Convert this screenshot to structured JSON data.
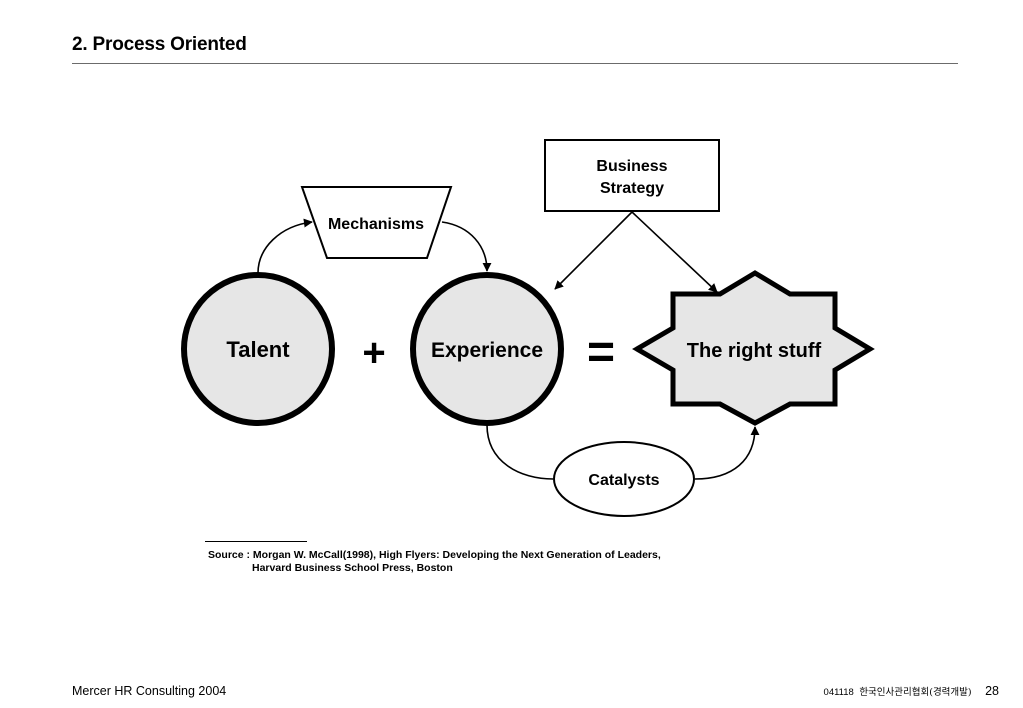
{
  "title": "2. Process Oriented",
  "diagram": {
    "talent": "Talent",
    "plus": "+",
    "experience": "Experience",
    "equals": "=",
    "right_stuff": "The right stuff",
    "mechanisms": "Mechanisms",
    "business_strategy_line1": "Business",
    "business_strategy_line2": "Strategy",
    "catalysts": "Catalysts"
  },
  "source": {
    "line1": "Source : Morgan W. McCall(1998), High Flyers: Developing the Next Generation of Leaders,",
    "line2": "Harvard Business School Press, Boston"
  },
  "footer": {
    "company": "Mercer HR Consulting 2004",
    "code": "041118",
    "org": "한국인사관리협회(경력개발)",
    "page": "28"
  },
  "colors": {
    "shape_fill": "#e6e6e6",
    "stroke": "#000000"
  }
}
